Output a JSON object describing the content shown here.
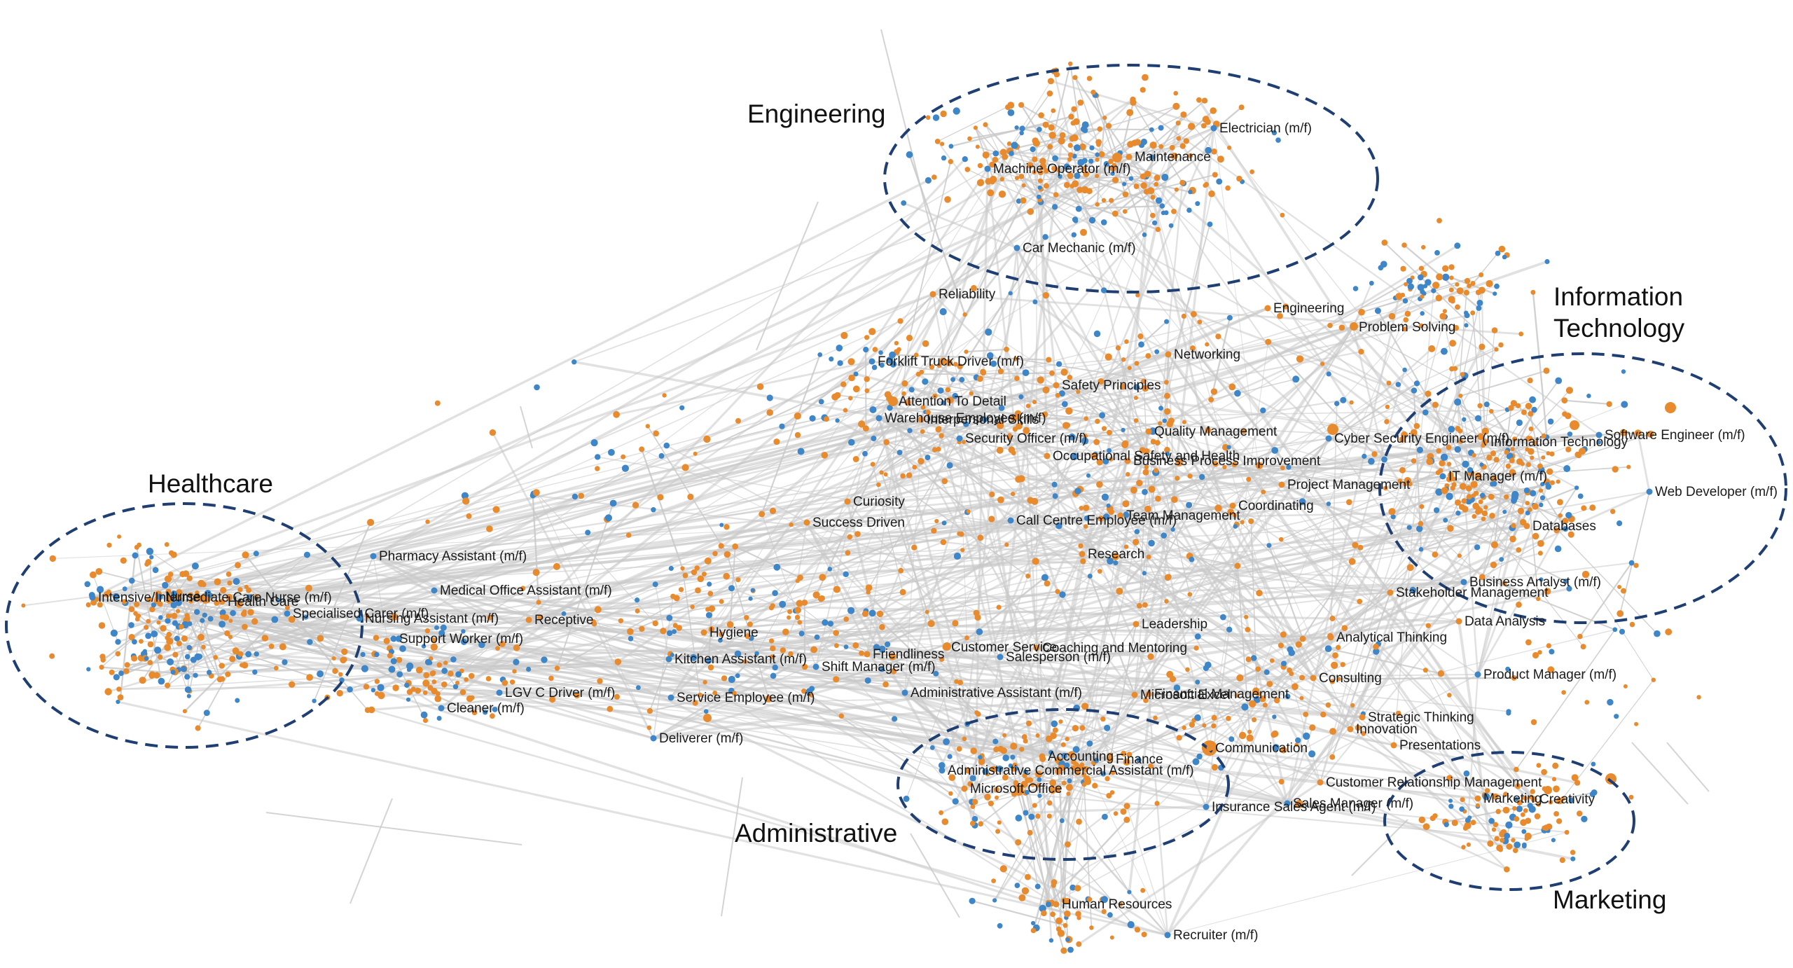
{
  "colors": {
    "occupation_node": "#3e86c7",
    "skill_node": "#e88b2e",
    "edge": "#c9c9c9",
    "cluster_outline": "#1f3f73",
    "background": "#ffffff"
  },
  "clusters": [
    {
      "id": "engineering",
      "title": "Engineering"
    },
    {
      "id": "it",
      "title": "Information Technology"
    },
    {
      "id": "healthcare",
      "title": "Healthcare"
    },
    {
      "id": "administrative",
      "title": "Administrative"
    },
    {
      "id": "marketing",
      "title": "Marketing"
    }
  ],
  "labels": {
    "electrician": {
      "text": "Electrician (m/f)",
      "kind": "occupation"
    },
    "maintenance": {
      "text": "Maintenance",
      "kind": "skill"
    },
    "machine_operator": {
      "text": "Machine Operator (m/f)",
      "kind": "occupation"
    },
    "car_mechanic": {
      "text": "Car Mechanic (m/f)",
      "kind": "occupation"
    },
    "reliability": {
      "text": "Reliability",
      "kind": "skill"
    },
    "engineering": {
      "text": "Engineering",
      "kind": "skill"
    },
    "problem_solving": {
      "text": "Problem Solving",
      "kind": "skill"
    },
    "forklift": {
      "text": "Forklift Truck Driver (m/f)",
      "kind": "occupation"
    },
    "networking": {
      "text": "Networking",
      "kind": "skill"
    },
    "safety_principles": {
      "text": "Safety Principles",
      "kind": "skill"
    },
    "attention_to_detail": {
      "text": "Attention To Detail",
      "kind": "skill"
    },
    "warehouse": {
      "text": "Warehouse Employee (m/f)",
      "kind": "occupation"
    },
    "interpersonal": {
      "text": "Interpersonal Skills",
      "kind": "skill"
    },
    "quality_management": {
      "text": "Quality Management",
      "kind": "skill"
    },
    "cyber_security": {
      "text": "Cyber Security Engineer (m/f)",
      "kind": "occupation"
    },
    "information_technology": {
      "text": "Information Technology",
      "kind": "skill"
    },
    "software_engineer": {
      "text": "Software Engineer (m/f)",
      "kind": "occupation"
    },
    "security_officer": {
      "text": "Security Officer (m/f)",
      "kind": "occupation"
    },
    "osh": {
      "text": "Occupational Safety and Health",
      "kind": "skill"
    },
    "bpi": {
      "text": "Business Process Improvement",
      "kind": "skill"
    },
    "it_manager": {
      "text": "IT Manager (m/f)",
      "kind": "occupation"
    },
    "project_management": {
      "text": "Project Management",
      "kind": "skill"
    },
    "web_developer": {
      "text": "Web Developer (m/f)",
      "kind": "occupation"
    },
    "curiosity": {
      "text": "Curiosity",
      "kind": "skill"
    },
    "team_management": {
      "text": "Team Management",
      "kind": "skill"
    },
    "coordinating": {
      "text": "Coordinating",
      "kind": "skill"
    },
    "call_centre": {
      "text": "Call Centre Employee (m/f)",
      "kind": "occupation"
    },
    "success_driven": {
      "text": "Success Driven",
      "kind": "skill"
    },
    "databases": {
      "text": "Databases",
      "kind": "skill"
    },
    "research": {
      "text": "Research",
      "kind": "skill"
    },
    "pharmacy_assistant": {
      "text": "Pharmacy Assistant (m/f)",
      "kind": "occupation"
    },
    "business_analyst": {
      "text": "Business Analyst (m/f)",
      "kind": "occupation"
    },
    "medical_office": {
      "text": "Medical Office Assistant (m/f)",
      "kind": "occupation"
    },
    "stakeholder": {
      "text": "Stakeholder Management",
      "kind": "skill"
    },
    "intensive_care_nurse": {
      "text": "Intensive/Intermediate Care Nurse (m/f)",
      "kind": "occupation"
    },
    "nurse": {
      "text": "Nurse",
      "kind": "occupation"
    },
    "health_care": {
      "text": "Health Care",
      "kind": "skill"
    },
    "specialised_carer": {
      "text": "Specialised Carer (m/f)",
      "kind": "occupation"
    },
    "nursing_assistant": {
      "text": "Nursing Assistant (m/f)",
      "kind": "occupation"
    },
    "receptive": {
      "text": "Receptive",
      "kind": "skill"
    },
    "data_analysis": {
      "text": "Data Analysis",
      "kind": "skill"
    },
    "leadership": {
      "text": "Leadership",
      "kind": "skill"
    },
    "hygiene": {
      "text": "Hygiene",
      "kind": "skill"
    },
    "analytical_thinking": {
      "text": "Analytical Thinking",
      "kind": "skill"
    },
    "support_worker": {
      "text": "Support Worker (m/f)",
      "kind": "occupation"
    },
    "customer_service": {
      "text": "Customer Service",
      "kind": "skill"
    },
    "coaching_mentoring": {
      "text": "Coaching and Mentoring",
      "kind": "skill"
    },
    "salesperson": {
      "text": "Salesperson (m/f)",
      "kind": "occupation"
    },
    "kitchen_assistant": {
      "text": "Kitchen Assistant (m/f)",
      "kind": "occupation"
    },
    "friendliness": {
      "text": "Friendliness",
      "kind": "skill"
    },
    "shift_manager": {
      "text": "Shift Manager (m/f)",
      "kind": "occupation"
    },
    "product_manager": {
      "text": "Product Manager (m/f)",
      "kind": "occupation"
    },
    "consulting": {
      "text": "Consulting",
      "kind": "skill"
    },
    "lgv_driver": {
      "text": "LGV C Driver (m/f)",
      "kind": "occupation"
    },
    "administrative_assistant": {
      "text": "Administrative Assistant (m/f)",
      "kind": "occupation"
    },
    "microsoft_excel": {
      "text": "Microsoft Excel",
      "kind": "skill"
    },
    "financial_management": {
      "text": "Financial Management",
      "kind": "skill"
    },
    "cleaner": {
      "text": "Cleaner (m/f)",
      "kind": "occupation"
    },
    "service_employee": {
      "text": "Service Employee (m/f)",
      "kind": "occupation"
    },
    "strategic_thinking": {
      "text": "Strategic Thinking",
      "kind": "skill"
    },
    "innovation": {
      "text": "Innovation",
      "kind": "skill"
    },
    "deliverer": {
      "text": "Deliverer (m/f)",
      "kind": "occupation"
    },
    "presentations": {
      "text": "Presentations",
      "kind": "skill"
    },
    "communication": {
      "text": "Communication",
      "kind": "skill"
    },
    "accounting": {
      "text": "Accounting",
      "kind": "skill"
    },
    "finance": {
      "text": "Finance",
      "kind": "skill"
    },
    "admin_commercial": {
      "text": "Administrative Commercial Assistant (m/f)",
      "kind": "occupation"
    },
    "crm": {
      "text": "Customer Relationship Management",
      "kind": "skill"
    },
    "microsoft_office": {
      "text": "Microsoft Office",
      "kind": "skill"
    },
    "marketing": {
      "text": "Marketing",
      "kind": "skill"
    },
    "creativity": {
      "text": "Creativity",
      "kind": "skill"
    },
    "insurance_sales": {
      "text": "Insurance Sales Agent (m/f)",
      "kind": "occupation"
    },
    "sales_manager": {
      "text": "Sales Manager (m/f)",
      "kind": "occupation"
    },
    "human_resources": {
      "text": "Human Resources",
      "kind": "skill"
    },
    "recruiter": {
      "text": "Recruiter (m/f)",
      "kind": "occupation"
    }
  }
}
